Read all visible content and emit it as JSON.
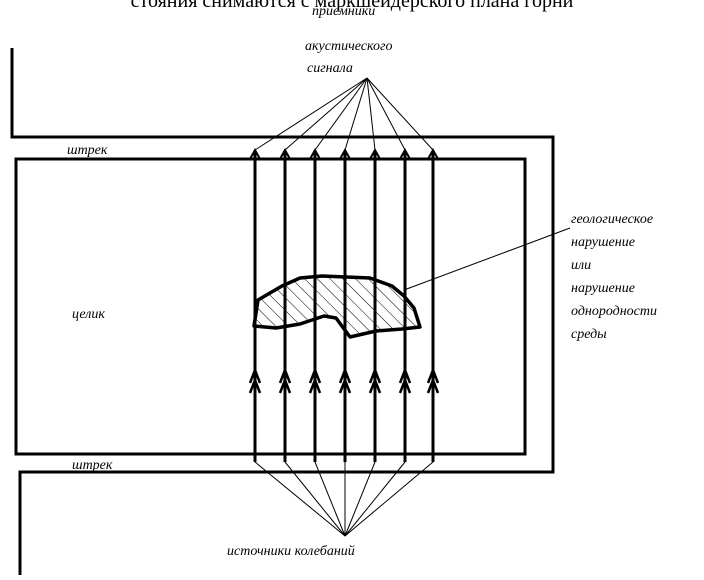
{
  "header_text": "стояния снимаются с маркшейдерского плана горни",
  "labels": {
    "receivers": [
      "приемники",
      "акустического",
      "сигнала"
    ],
    "drift_top": "штрек",
    "drift_bottom": "штрек",
    "pillar": "целик",
    "disturbance": [
      "геологическое",
      "нарушение",
      "или",
      "нарушение",
      "однородности",
      "среды"
    ],
    "sources": "источники колебаний"
  }
}
